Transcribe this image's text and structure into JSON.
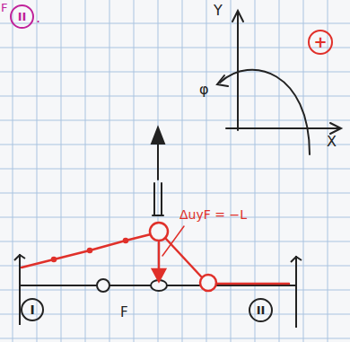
{
  "diagram": {
    "nodes": [
      {
        "text": [
          "II"
        ]
      },
      {
        "text": [
          "+"
        ]
      },
      {
        "text": [
          "I"
        ]
      },
      {
        "text": [
          "II"
        ]
      }
    ],
    "labels": [
      "F",
      ".",
      "Y",
      "X",
      "φ",
      "ΔuyF = −L",
      "F"
    ]
  }
}
